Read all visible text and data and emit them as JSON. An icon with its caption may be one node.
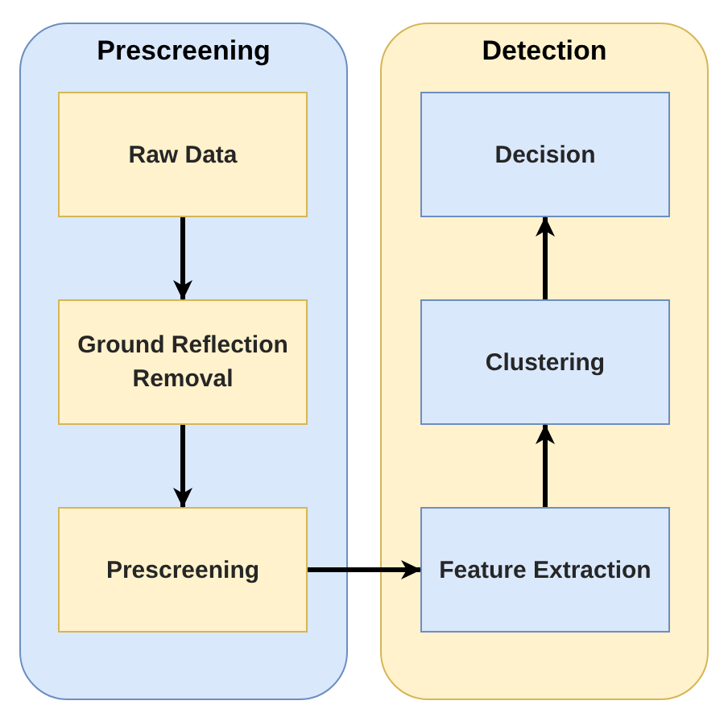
{
  "diagram": {
    "nodes": [
      {
        "text": [
          "Prescreening"
        ]
      },
      {
        "text": [
          "Raw Data"
        ],
        "in": 0
      },
      {
        "text": [
          "Ground Reflection Removal"
        ],
        "in": 0
      },
      {
        "text": [
          "Prescreening"
        ],
        "in": 0
      },
      {
        "text": [
          "Detection"
        ]
      },
      {
        "text": [
          "Decision"
        ],
        "in": 4
      },
      {
        "text": [
          "Clustering"
        ],
        "in": 4
      },
      {
        "text": [
          "Feature Extraction"
        ],
        "in": 4
      }
    ],
    "edges": [
      {
        "from": 1,
        "to": 2,
        "arrow": "to"
      },
      {
        "from": 2,
        "to": 3,
        "arrow": "to"
      },
      {
        "from": 3,
        "to": 7,
        "arrow": "to"
      },
      {
        "from": 7,
        "to": 6,
        "arrow": "to"
      },
      {
        "from": 6,
        "to": 5,
        "arrow": "to"
      }
    ]
  }
}
